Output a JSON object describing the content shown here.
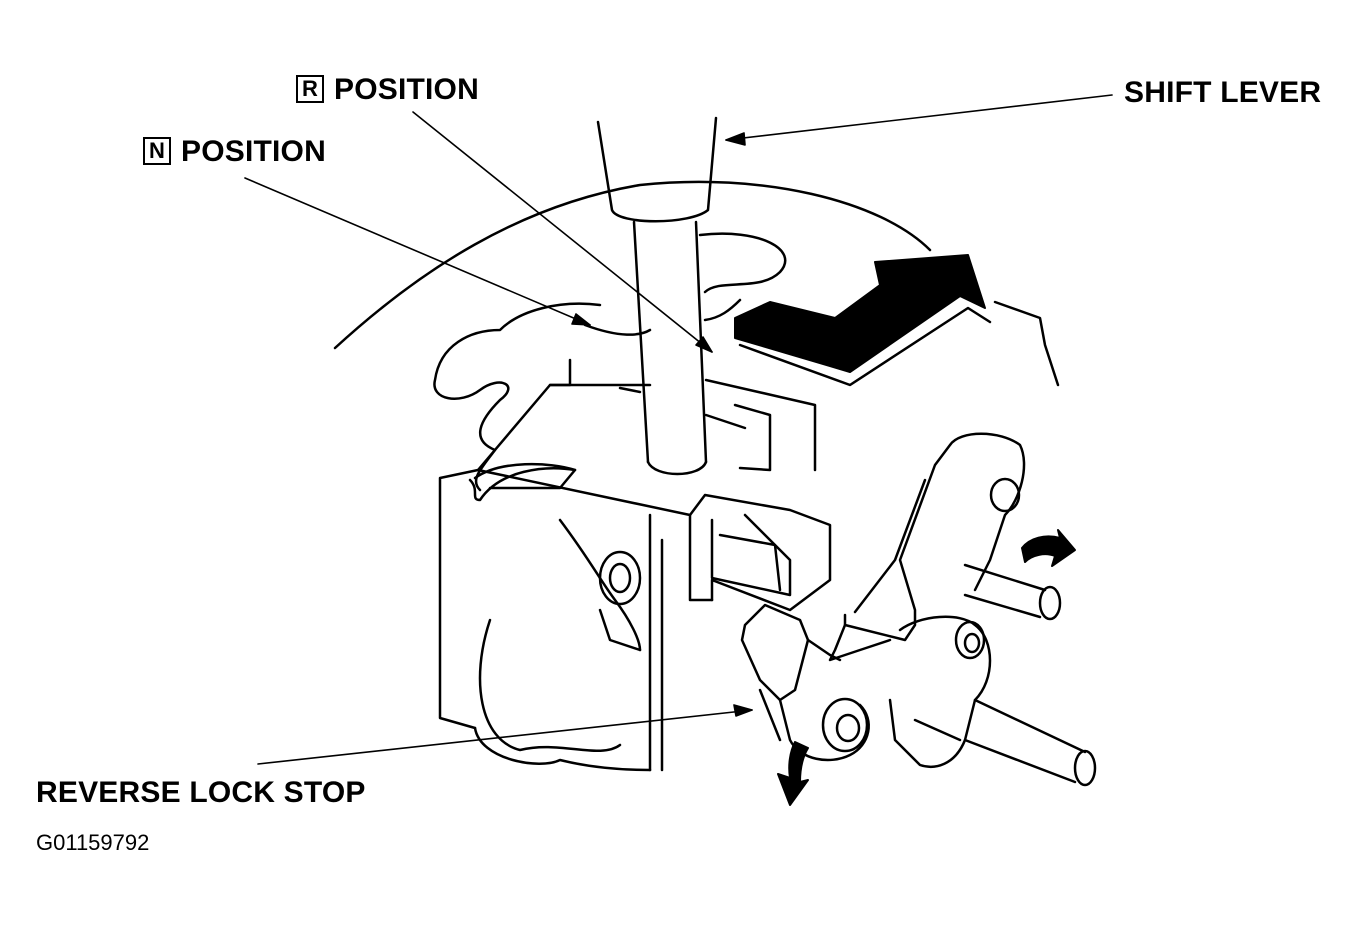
{
  "labels": {
    "r_position": {
      "box_letter": "R",
      "text": "POSITION"
    },
    "n_position": {
      "box_letter": "N",
      "text": "POSITION"
    },
    "shift_lever": "SHIFT LEVER",
    "reverse_lock_stop": "REVERSE LOCK STOP"
  },
  "figure_id": "G01159792",
  "colors": {
    "ink": "#000000",
    "paper": "#ffffff"
  }
}
